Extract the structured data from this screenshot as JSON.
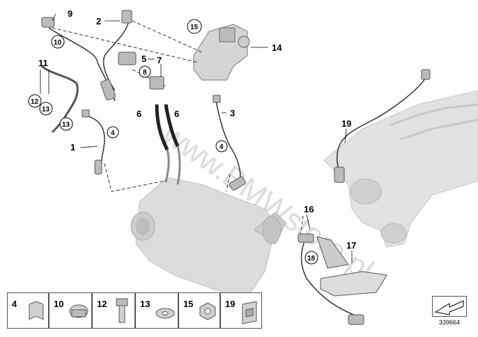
{
  "callouts": {
    "c1": "1",
    "c2": "2",
    "c3": "3",
    "c4a": "4",
    "c4b": "4",
    "c5": "5",
    "c6a": "6",
    "c6b": "6",
    "c7": "7",
    "c8": "8",
    "c9": "9",
    "c10": "10",
    "c11": "11",
    "c12": "12",
    "c13a": "13",
    "c13b": "13",
    "c14": "14",
    "c15": "15",
    "c16": "16",
    "c17": "17",
    "c18": "18",
    "c19": "19"
  },
  "watermark": "www.BMWstore.pl",
  "legend": [
    {
      "num": "4"
    },
    {
      "num": "10"
    },
    {
      "num": "12"
    },
    {
      "num": "13"
    },
    {
      "num": "15"
    },
    {
      "num": "19"
    }
  ],
  "reference_number": "339664",
  "colors": {
    "part_gray": "#d9d9d9",
    "part_dark": "#a8a8a8",
    "line": "#000000"
  }
}
